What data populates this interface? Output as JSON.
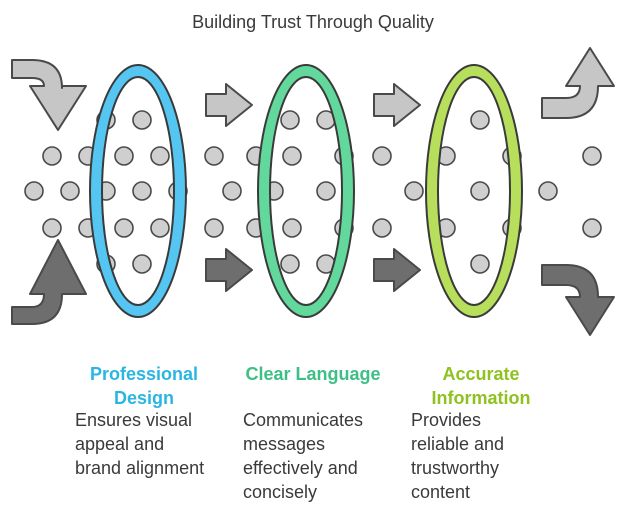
{
  "title": "Building Trust Through Quality",
  "stages": [
    {
      "label": "Professional Design",
      "description": "Ensures visual appeal and brand alignment",
      "color": "#29b6e3",
      "fill": "#54c6f1"
    },
    {
      "label": "Clear Language",
      "description": "Communicates messages effectively and concisely",
      "color": "#3dbf86",
      "fill": "#62d89d"
    },
    {
      "label": "Accurate Information",
      "description": "Provides reliable and trustworthy content",
      "color": "#8dc21f",
      "fill": "#b8df5c"
    }
  ],
  "colors": {
    "dot": "#cfcfcf",
    "dot_stroke": "#4a4a4a",
    "arrow_light": "#c6c6c6",
    "arrow_dark": "#6e6e6e",
    "text": "#3a3a3a"
  }
}
